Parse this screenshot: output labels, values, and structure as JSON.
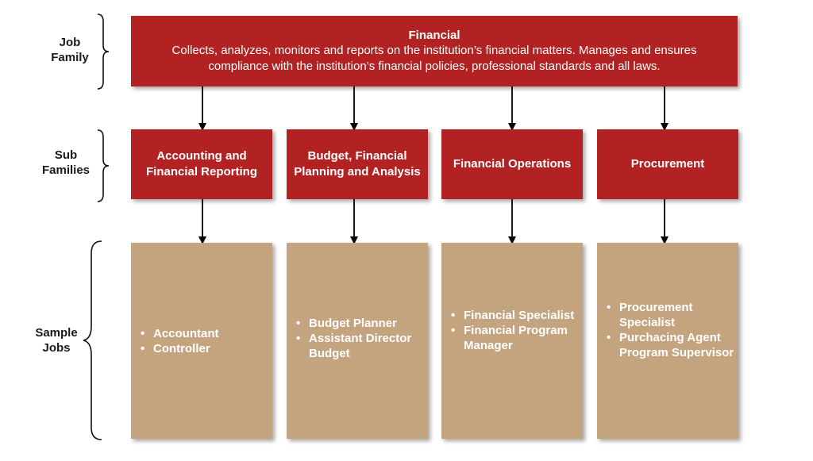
{
  "labels": {
    "job_family": "Job\nFamily",
    "sub_families": "Sub\nFamilies",
    "sample_jobs": "Sample\nJobs"
  },
  "job_family": {
    "title": "Financial",
    "description": "Collects, analyzes, monitors and reports on the institution’s financial matters. Manages and ensures compliance with the institution’s financial policies, professional standards and all laws."
  },
  "sub_families": [
    {
      "name": "Accounting and Financial Reporting"
    },
    {
      "name": "Budget, Financial Planning and Analysis"
    },
    {
      "name": "Financial Operations"
    },
    {
      "name": "Procurement"
    }
  ],
  "sample_jobs": [
    {
      "items": [
        "Accountant",
        "Controller"
      ]
    },
    {
      "items": [
        "Budget Planner",
        "Assistant Director Budget"
      ]
    },
    {
      "items": [
        "Financial Specialist",
        "Financial Program Manager"
      ]
    },
    {
      "items": [
        "Procurement Specialist",
        "Purchacing Agent Program Supervisor"
      ]
    }
  ],
  "colors": {
    "red": "#b22222",
    "tan": "#c4a47f",
    "text_on_box": "#ffffff"
  }
}
